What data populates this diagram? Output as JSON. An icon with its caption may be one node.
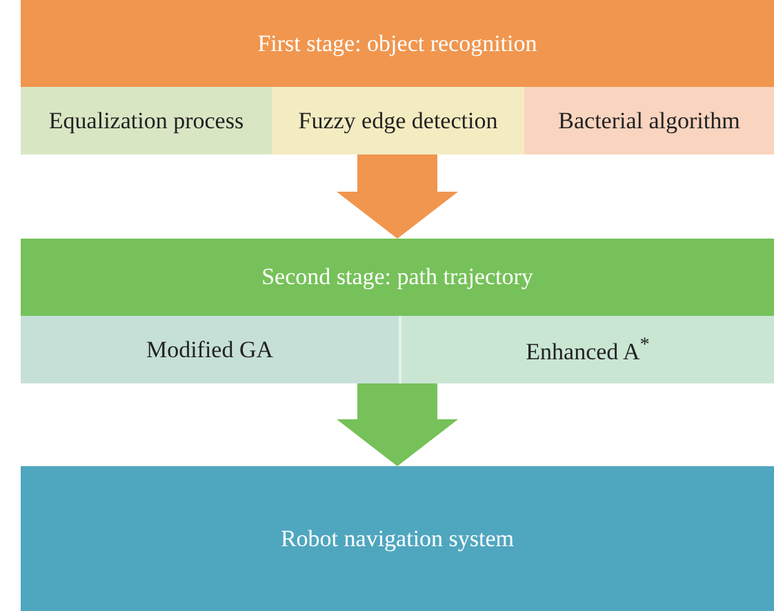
{
  "diagram": {
    "nodes": [
      {
        "text": [
          "First stage: object recognition"
        ]
      },
      {
        "text": [
          "Equalization process"
        ],
        "in": 0
      },
      {
        "text": [
          "Fuzzy edge detection"
        ],
        "in": 0
      },
      {
        "text": [
          "Bacterial algorithm"
        ],
        "in": 0
      },
      {
        "text": [
          "Second stage: path trajectory"
        ]
      },
      {
        "text": [
          "Modified GA"
        ],
        "in": 4
      },
      {
        "text": [
          "Enhanced A$^{*}$"
        ],
        "in": 4
      },
      {
        "text": [
          "Robot navigation system"
        ]
      }
    ],
    "edges": [
      {
        "from": 0,
        "to": 4,
        "arrow": "to",
        "color": "#f0964f"
      },
      {
        "from": 4,
        "to": 7,
        "arrow": "to",
        "color": "#76c159"
      }
    ]
  }
}
